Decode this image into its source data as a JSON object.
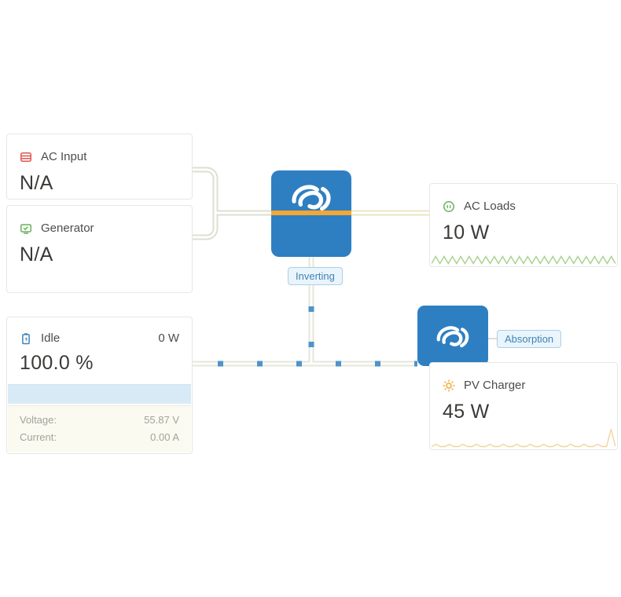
{
  "theme": {
    "victron_blue": "#2e7fc2",
    "accent_orange": "#f5a733",
    "badge_text_blue": "#3f83b8",
    "spark_green": "#a9cf8e",
    "spark_yellow": "#f2d39a",
    "soc_fill_blue": "#d9eaf7",
    "ac_input_icon_red": "#e0564f",
    "generator_icon_green": "#69b05d",
    "pv_icon_orange": "#f2a632"
  },
  "cards": {
    "ac_input": {
      "label": "AC Input",
      "value": "N/A"
    },
    "generator": {
      "label": "Generator",
      "value": "N/A"
    },
    "battery": {
      "state": "Idle",
      "power": "0 W",
      "soc": "100.0 %",
      "voltage_label": "Voltage:",
      "voltage": "55.87 V",
      "current_label": "Current:",
      "current": "0.00 A"
    },
    "ac_loads": {
      "label": "AC Loads",
      "value": "10 W",
      "sparkline": [
        0,
        9,
        0,
        9,
        0,
        9,
        0,
        9,
        0,
        9,
        0,
        9,
        0,
        9,
        0,
        9,
        0,
        9,
        0,
        9,
        0,
        9,
        0,
        9,
        0,
        9,
        0,
        9,
        0,
        9,
        0,
        9,
        0,
        9,
        0,
        9,
        0,
        9,
        0,
        9,
        0,
        9,
        0,
        9,
        0
      ]
    },
    "pv_charger": {
      "label": "PV Charger",
      "value": "45 W",
      "sparkline": [
        0,
        3,
        0,
        0,
        3,
        0,
        0,
        3,
        0,
        0,
        3,
        0,
        0,
        3,
        0,
        0,
        3,
        0,
        0,
        3,
        0,
        0,
        3,
        0,
        0,
        3,
        0,
        0,
        3,
        0,
        0,
        3,
        0,
        0,
        3,
        0,
        0,
        3,
        0,
        0,
        22,
        0
      ]
    }
  },
  "badges": {
    "inverter": "Inverting",
    "mppt": "Absorption"
  }
}
